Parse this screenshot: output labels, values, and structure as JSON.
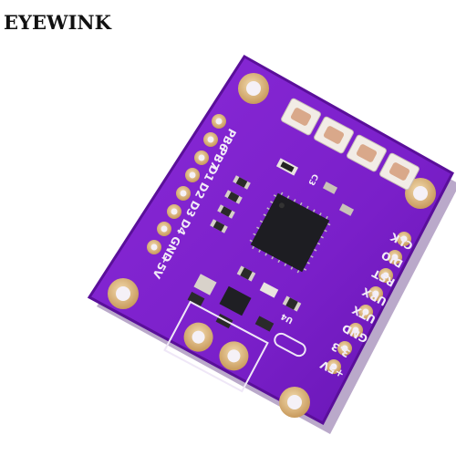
{
  "brand": {
    "name": "EYEWINK"
  },
  "board": {
    "left_header_labels": [
      "PB6",
      "PB7",
      "D1",
      "D2",
      "D3",
      "D4",
      "GND",
      "+5V"
    ],
    "right_header_labels": [
      "CLK",
      "DIO",
      "RST",
      "URX",
      "UTX",
      "GND",
      "3.3",
      "+5V"
    ],
    "part_labels": [
      "C3",
      "U4"
    ],
    "colors": {
      "pcb": "#7a1fc9",
      "pcb_edge": "#5a0f9a",
      "pad": "#d9b27a",
      "chip": "#1d1d22"
    }
  }
}
